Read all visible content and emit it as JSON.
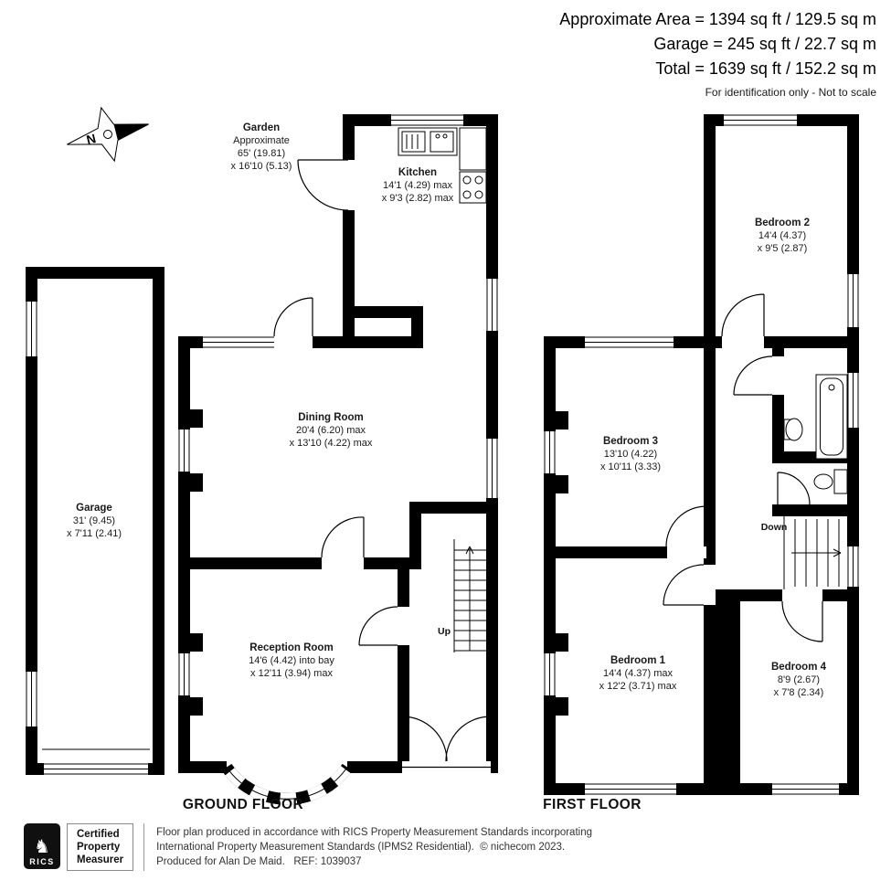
{
  "header": {
    "line1": "Approximate Area = 1394 sq ft / 129.5 sq m",
    "line2": "Garage = 245 sq ft / 22.7 sq m",
    "line3": "Total = 1639 sq ft / 152.2 sq m",
    "note": "For identification only - Not to scale"
  },
  "compass": {
    "label": "N"
  },
  "ground_floor": {
    "title": "GROUND FLOOR",
    "garden": {
      "name": "Garden",
      "line1": "Approximate",
      "line2": "65' (19.81)",
      "line3": "x 16'10 (5.13)"
    },
    "kitchen": {
      "name": "Kitchen",
      "dim1": "14'1 (4.29) max",
      "dim2": "x 9'3 (2.82) max"
    },
    "dining_room": {
      "name": "Dining Room",
      "dim1": "20'4 (6.20) max",
      "dim2": "x 13'10 (4.22) max"
    },
    "garage": {
      "name": "Garage",
      "dim1": "31' (9.45)",
      "dim2": "x 7'11 (2.41)"
    },
    "reception_room": {
      "name": "Reception Room",
      "dim1": "14'6 (4.42) into bay",
      "dim2": "x 12'11 (3.94) max"
    },
    "stairs_label": "Up"
  },
  "first_floor": {
    "title": "FIRST FLOOR",
    "bedroom_1": {
      "name": "Bedroom 1",
      "dim1": "14'4 (4.37) max",
      "dim2": "x 12'2 (3.71) max"
    },
    "bedroom_2": {
      "name": "Bedroom 2",
      "dim1": "14'4 (4.37)",
      "dim2": "x 9'5 (2.87)"
    },
    "bedroom_3": {
      "name": "Bedroom 3",
      "dim1": "13'10 (4.22)",
      "dim2": "x 10'11 (3.33)"
    },
    "bedroom_4": {
      "name": "Bedroom 4",
      "dim1": "8'9 (2.67)",
      "dim2": "x 7'8 (2.34)"
    },
    "stairs_label": "Down"
  },
  "footer": {
    "rics_text": "RICS",
    "badge": {
      "line1": "Certified",
      "line2": "Property",
      "line3": "Measurer"
    },
    "line1": "Floor plan produced in accordance with RICS Property Measurement Standards incorporating",
    "line2": "International Property Measurement Standards (IPMS2 Residential).  © nichecom 2023.",
    "line3": "Produced for Alan De Maid.   REF: 1039037"
  }
}
